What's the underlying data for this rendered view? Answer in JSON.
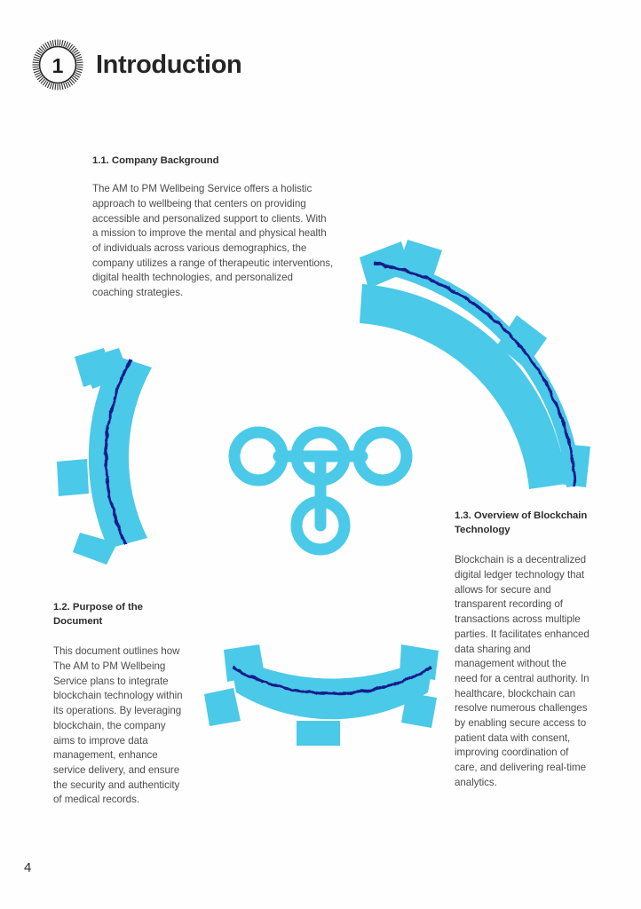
{
  "document": {
    "page_number": "4",
    "background_color": "#fefefe"
  },
  "header": {
    "badge_number": "1",
    "badge_icon": "sunburst-numbered-badge",
    "title": "Introduction",
    "title_color": "#262626"
  },
  "sections": [
    {
      "id": "1.1",
      "heading": "1.1. Company Background",
      "body": "The AM to PM Wellbeing Service offers a holistic approach to wellbeing that centers on providing accessible and personalized support to clients. With a mission to improve the mental and physical health of individuals across various demographics, the company utilizes a range of therapeutic interventions, digital health technologies, and personalized coaching strategies."
    },
    {
      "id": "1.2",
      "heading": "1.2. Purpose of the Document",
      "body": "This document outlines how The AM to PM Wellbeing Service plans to integrate blockchain technology within its operations. By leveraging blockchain, the company aims to improve data management, enhance service delivery, and ensure the security and authenticity of medical records."
    },
    {
      "id": "1.3",
      "heading": "1.3. Overview of Blockchain Technology",
      "body": "Blockchain is a decentralized digital ledger technology that allows for secure and transparent recording of transactions across multiple parties. It facilitates enhanced data sharing and management without the need for a central authority. In healthcare, blockchain can resolve numerous challenges by enabling secure access to patient data with consent, improving coordination of care, and delivering real-time analytics."
    }
  ],
  "graphic": {
    "center_icon": "blockchain-node-network-icon",
    "accent_color": "#4ac9e8",
    "line_color": "#151a8c",
    "arcs": [
      {
        "name": "arc-upper-right",
        "position": "upper-right"
      },
      {
        "name": "arc-left",
        "position": "left"
      },
      {
        "name": "arc-bottom",
        "position": "bottom"
      }
    ]
  }
}
